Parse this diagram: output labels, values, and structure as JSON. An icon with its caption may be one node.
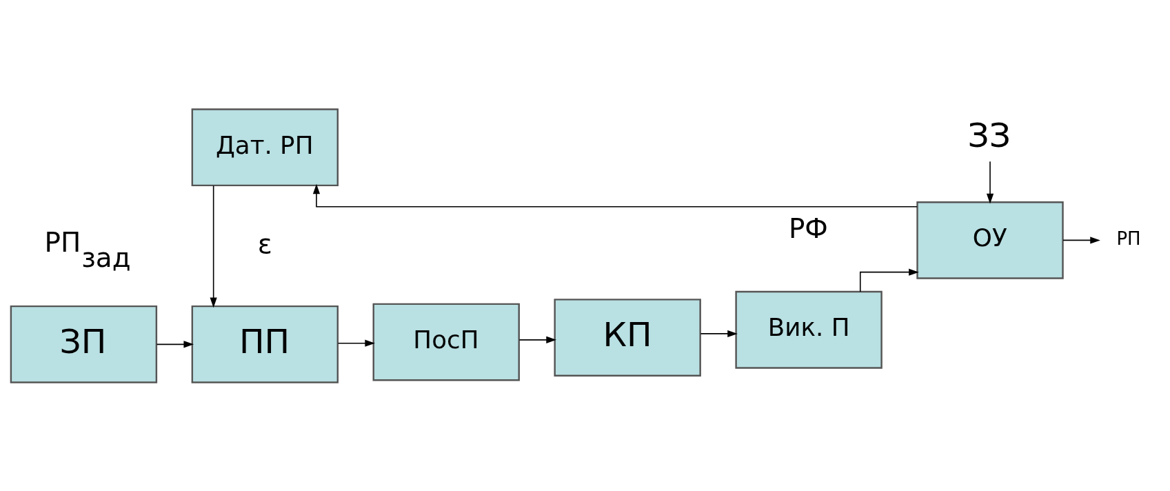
{
  "diagram": {
    "nodes": [
      {
        "text": [
          "ЗП"
        ]
      },
      {
        "text": [
          "ПП"
        ]
      },
      {
        "text": [
          "ПосП"
        ]
      },
      {
        "text": [
          "КП"
        ]
      },
      {
        "text": [
          "Вик. П"
        ]
      },
      {
        "text": [
          "ОУ"
        ]
      },
      {
        "text": [
          "Дат. РП"
        ]
      },
      {
        "text": [
          "ЗЗ"
        ]
      },
      {
        "text": [
          "РП"
        ]
      }
    ],
    "edges": [
      {
        "from": 0,
        "to": 1,
        "arrow": "to"
      },
      {
        "from": 1,
        "to": 2,
        "arrow": "to"
      },
      {
        "from": 2,
        "to": 3,
        "arrow": "to"
      },
      {
        "from": 3,
        "to": 4,
        "arrow": "to"
      },
      {
        "from": 4,
        "to": 5,
        "arrow": "to"
      },
      {
        "from": 7,
        "to": 5,
        "arrow": "to"
      },
      {
        "from": 5,
        "to": 8,
        "arrow": "to"
      },
      {
        "from": 5,
        "to": 6,
        "arrow": "to"
      },
      {
        "from": 6,
        "to": 1,
        "arrow": "to"
      }
    ],
    "labels": [
      "РП$_{зад}$",
      "ε",
      "РФ"
    ]
  }
}
